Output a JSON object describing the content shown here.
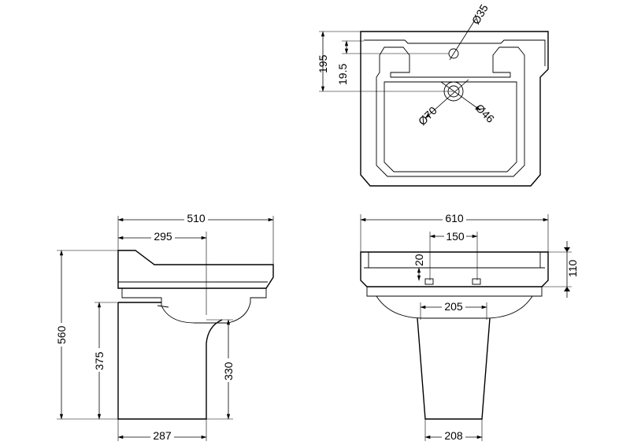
{
  "dimensions": {
    "plan_dia_35": "Ø35",
    "plan_195": "195",
    "plan_19_5": "19.5",
    "plan_dia_70": "Ø70",
    "plan_dia_46": "Ø46",
    "side_510": "510",
    "side_295": "295",
    "side_560": "560",
    "side_375": "375",
    "side_330": "330",
    "side_287": "287",
    "front_610": "610",
    "front_150": "150",
    "front_20": "20",
    "front_110": "110",
    "front_205": "205",
    "front_208": "208"
  },
  "colors": {
    "line": "#000000",
    "background": "#ffffff"
  }
}
